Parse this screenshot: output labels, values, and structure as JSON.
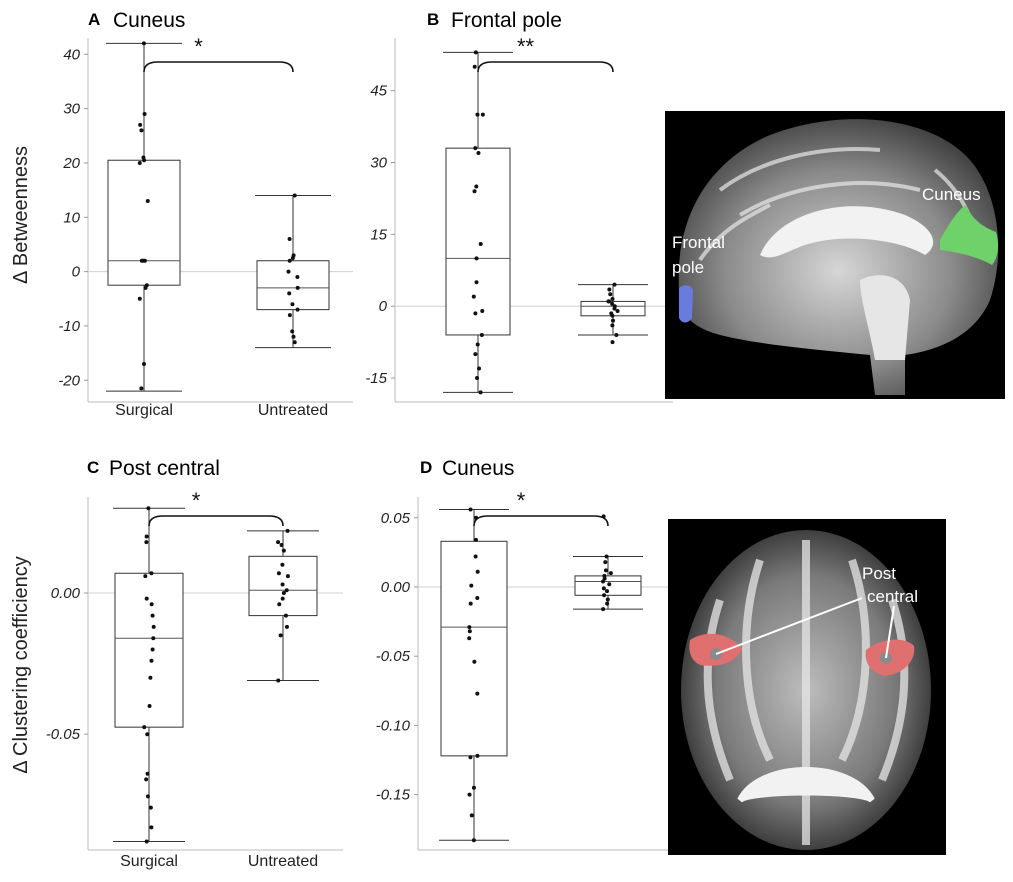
{
  "ylabels": {
    "top": "Δ Betweenness",
    "bottom": "Δ Clustering coefficiency"
  },
  "brain_labels": {
    "sagittal": {
      "cuneus": "Cuneus",
      "frontal_line1": "Frontal",
      "frontal_line2": "pole"
    },
    "axial": {
      "line1": "Post",
      "line2": "central"
    }
  },
  "colors": {
    "cuneus_roi": "#6fd16a",
    "frontal_pole_roi": "#6a7be0",
    "post_central_roi": "#e07070"
  },
  "chart_data": [
    {
      "id": "A",
      "type": "box",
      "letter": "A",
      "title": "Cuneus",
      "ylabel": "Δ Betweenness",
      "ylim": [
        -24,
        43
      ],
      "yticks": [
        -20,
        -10,
        0,
        10,
        20,
        30,
        40
      ],
      "yticklabels": [
        "-20",
        "-10",
        "0",
        "10",
        "20",
        "30",
        "40"
      ],
      "categories": [
        "Surgical",
        "Untreated"
      ],
      "significance": "*",
      "groups": [
        {
          "name": "Surgical",
          "min": -22,
          "q1": -2.5,
          "median": 2,
          "q3": 20.5,
          "max": 42,
          "points": [
            42,
            29,
            27,
            26,
            21,
            20.5,
            20,
            13,
            2,
            2,
            2,
            -2.5,
            -3,
            -5,
            -17,
            -21.5
          ]
        },
        {
          "name": "Untreated",
          "min": -14,
          "q1": -7,
          "median": -3,
          "q3": 2,
          "max": 14,
          "points": [
            14,
            6,
            3,
            2.5,
            2,
            0,
            -1,
            -3,
            -4,
            -6,
            -7,
            -8,
            -11,
            -12,
            -13
          ]
        }
      ]
    },
    {
      "id": "B",
      "type": "box",
      "letter": "B",
      "title": "Frontal pole",
      "ylabel": "",
      "ylim": [
        -20,
        56
      ],
      "yticks": [
        -15,
        0,
        15,
        30,
        45
      ],
      "yticklabels": [
        "-15",
        "0",
        "15",
        "30",
        "45"
      ],
      "categories": [
        "",
        ""
      ],
      "significance": "**",
      "groups": [
        {
          "name": "Surgical",
          "min": -18,
          "q1": -6,
          "median": 10,
          "q3": 33,
          "max": 53,
          "points": [
            53,
            50,
            40,
            40,
            33,
            32,
            25,
            24,
            13,
            10,
            5,
            2,
            -1,
            -1.5,
            -6,
            -8,
            -10,
            -13,
            -15,
            -18
          ]
        },
        {
          "name": "Untreated",
          "min": -6,
          "q1": -2,
          "median": 0,
          "q3": 1,
          "max": 4.5,
          "points": [
            4.5,
            3.5,
            2.5,
            1.5,
            1,
            1,
            0.5,
            0,
            -0.5,
            -1,
            -1.5,
            -2,
            -3,
            -4,
            -6,
            -7.5
          ]
        }
      ]
    },
    {
      "id": "C",
      "type": "box",
      "letter": "C",
      "title": "Post central",
      "ylabel": "Δ Clustering coefficiency",
      "ylim": [
        -0.091,
        0.034
      ],
      "yticks": [
        -0.05,
        0.0
      ],
      "yticklabels": [
        "-0.05",
        "0.00"
      ],
      "categories": [
        "Surgical",
        "Untreated"
      ],
      "significance": "*",
      "groups": [
        {
          "name": "Surgical",
          "min": -0.088,
          "q1": -0.0475,
          "median": -0.016,
          "q3": 0.007,
          "max": 0.03,
          "points": [
            0.03,
            0.02,
            0.018,
            0.007,
            0.006,
            -0.002,
            -0.004,
            -0.008,
            -0.012,
            -0.016,
            -0.02,
            -0.024,
            -0.03,
            -0.04,
            -0.0475,
            -0.05,
            -0.064,
            -0.066,
            -0.072,
            -0.076,
            -0.083,
            -0.088
          ]
        },
        {
          "name": "Untreated",
          "min": -0.031,
          "q1": -0.008,
          "median": 0.001,
          "q3": 0.013,
          "max": 0.022,
          "points": [
            0.022,
            0.018,
            0.017,
            0.015,
            0.01,
            0.007,
            0.006,
            0.003,
            0.001,
            0.0,
            -0.002,
            -0.004,
            -0.008,
            -0.012,
            -0.015,
            -0.031
          ]
        }
      ]
    },
    {
      "id": "D",
      "type": "box",
      "letter": "D",
      "title": "Cuneus",
      "ylabel": "",
      "ylim": [
        -0.19,
        0.065
      ],
      "yticks": [
        -0.15,
        -0.1,
        -0.05,
        0.0,
        0.05
      ],
      "yticklabels": [
        "-0.15",
        "-0.10",
        "-0.05",
        "0.00",
        "0.05"
      ],
      "categories": [
        "",
        ""
      ],
      "significance": "*",
      "groups": [
        {
          "name": "Surgical",
          "min": -0.183,
          "q1": -0.122,
          "median": -0.029,
          "q3": 0.033,
          "max": 0.056,
          "points": [
            0.056,
            0.05,
            0.034,
            0.022,
            0.011,
            0.001,
            -0.008,
            -0.012,
            -0.029,
            -0.032,
            -0.037,
            -0.054,
            -0.077,
            -0.122,
            -0.123,
            -0.145,
            -0.15,
            -0.165,
            -0.183
          ]
        },
        {
          "name": "Untreated",
          "min": -0.016,
          "q1": -0.006,
          "median": 0.004,
          "q3": 0.008,
          "max": 0.022,
          "points": [
            0.051,
            0.022,
            0.018,
            0.012,
            0.01,
            0.008,
            0.006,
            0.004,
            0.002,
            -0.001,
            -0.003,
            -0.006,
            -0.009,
            -0.012,
            -0.016
          ]
        }
      ]
    }
  ]
}
